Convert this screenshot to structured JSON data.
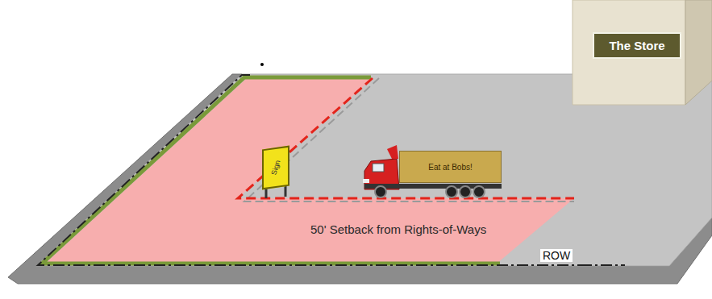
{
  "diagram": {
    "nodes": [
      {
        "text": [
          "The Store"
        ]
      },
      {
        "text": [
          "Sign"
        ]
      },
      {
        "text": [
          "Eat at Bobs!"
        ]
      }
    ],
    "labels": [
      "50' Setback from Rights-of-Ways",
      "ROW"
    ]
  }
}
